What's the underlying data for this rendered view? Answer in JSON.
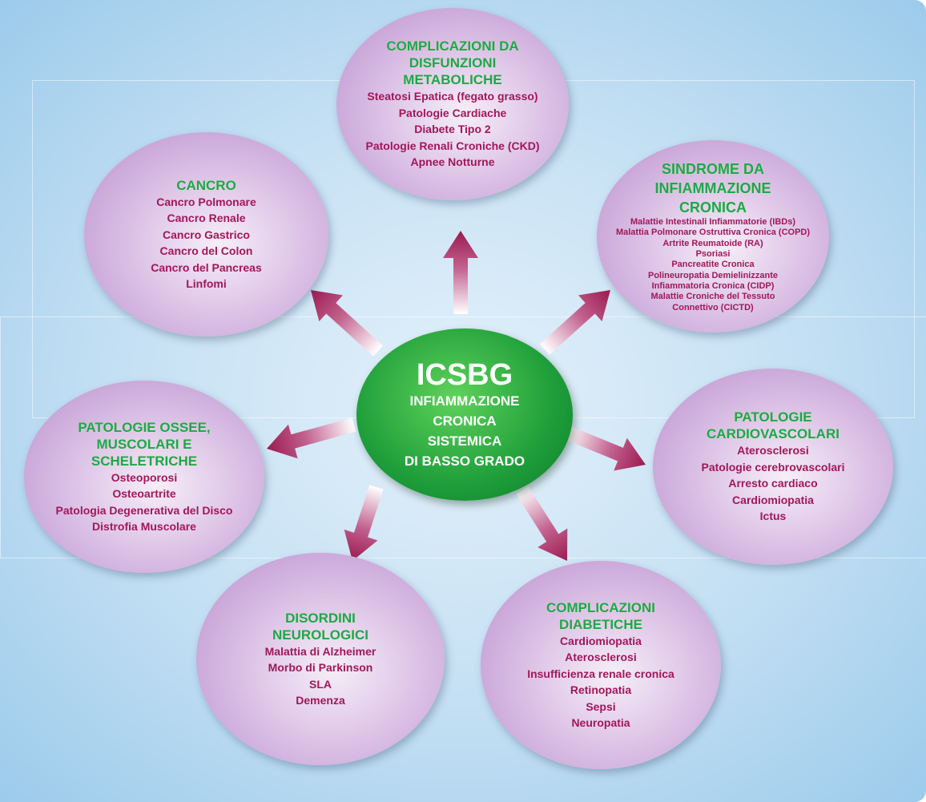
{
  "center": {
    "acronym": "ICSBG",
    "lines": [
      "INFIAMMAZIONE",
      "CRONICA",
      "SISTEMICA",
      "DI BASSO GRADO"
    ]
  },
  "colors": {
    "title": "#1ea64e",
    "item": "#a2175a",
    "arrow": "#9b1a50",
    "center": "#1e9e3a",
    "ellipse": "#dcc2e6"
  },
  "nodes": [
    {
      "id": "metaboliche",
      "title": "COMPLICAZIONI DA\nDISFUNZIONI\nMETABOLICHE",
      "items": [
        "Steatosi Epatica (fegato grasso)",
        "Patologie Cardiache",
        "Diabete Tipo 2",
        "Patologie Renali Croniche (CKD)",
        "Apnee Notturne"
      ]
    },
    {
      "id": "cancro",
      "title": "CANCRO",
      "items": [
        "Cancro Polmonare",
        "Cancro Renale",
        "Cancro Gastrico",
        "Cancro del Colon",
        "Cancro del Pancreas",
        "Linfomi"
      ]
    },
    {
      "id": "infiammazione",
      "title": "SINDROME DA\nINFIAMMAZIONE\nCRONICA",
      "items": [
        "Malattie Intestinali Infiammatorie (IBDs)",
        "Malattia Polmonare Ostruttiva Cronica (COPD)",
        "Artrite Reumatoide (RA)",
        "Psoriasi",
        "Pancreatite Cronica",
        "Polineuropatia Demielinizzante",
        "Infiammatoria Cronica (CIDP)",
        "Malattie Croniche del Tessuto",
        "Connettivo (CICTD)"
      ]
    },
    {
      "id": "ossee",
      "title": "PATOLOGIE OSSEE,\nMUSCOLARI E\nSCHELETRICHE",
      "items": [
        "Osteoporosi",
        "Osteoartrite",
        "Patologia Degenerativa del Disco",
        "Distrofia Muscolare"
      ]
    },
    {
      "id": "cardio",
      "title": "PATOLOGIE\nCARDIOVASCOLARI",
      "items": [
        "Aterosclerosi",
        "Patologie cerebrovascolari",
        "Arresto cardiaco",
        "Cardiomiopatia",
        "Ictus"
      ]
    },
    {
      "id": "neuro",
      "title": "DISORDINI\nNEUROLOGICI",
      "items": [
        "Malattia di Alzheimer",
        "Morbo di Parkinson",
        "SLA",
        "Demenza"
      ]
    },
    {
      "id": "diabetiche",
      "title": "COMPLICAZIONI\nDIABETICHE",
      "items": [
        "Cardiomiopatia",
        "Aterosclerosi",
        "Insufficienza renale cronica",
        "Retinopatia",
        "Sepsi",
        "Neuropatia"
      ]
    }
  ]
}
